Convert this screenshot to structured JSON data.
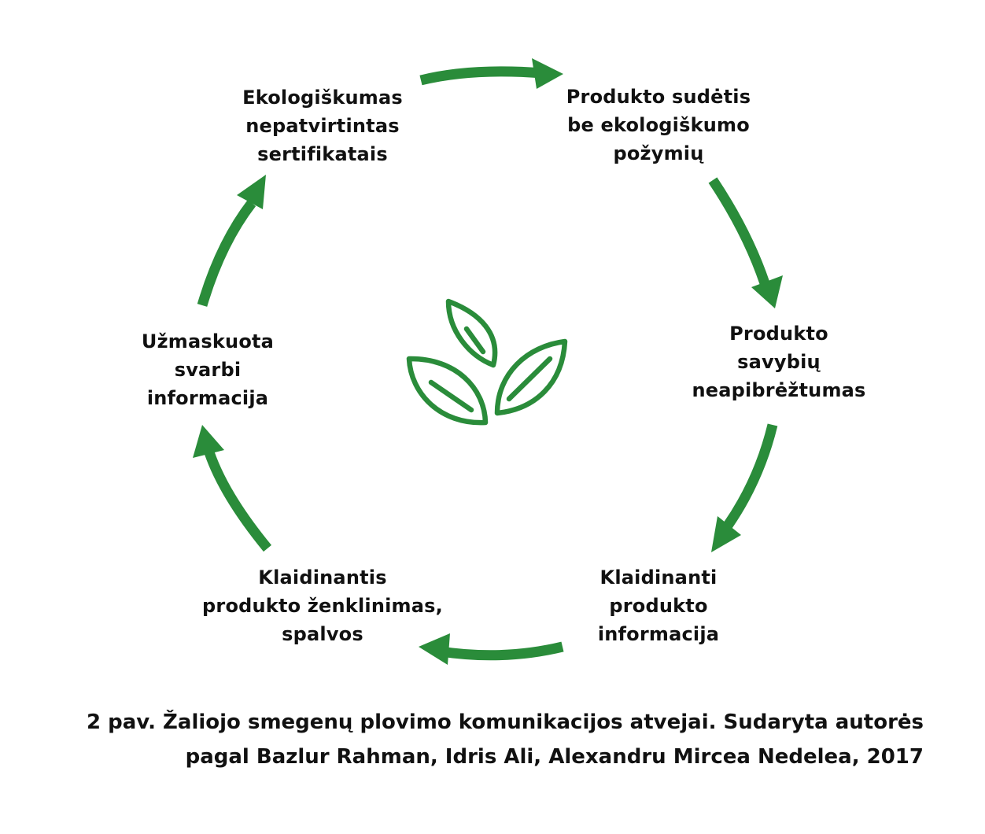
{
  "colors": {
    "accent": "#2a8c3a",
    "text": "#111111",
    "background": "#ffffff"
  },
  "center_icon": "leaves-icon",
  "nodes": [
    {
      "lines": [
        "Ekologiškumas",
        "nepatvirtintas",
        "sertifikatais"
      ]
    },
    {
      "lines": [
        "Produkto sudėtis",
        "be ekologiškumo",
        "požymių"
      ]
    },
    {
      "lines": [
        "Produkto",
        "savybių",
        "neapibrėžtumas"
      ]
    },
    {
      "lines": [
        "Klaidinanti",
        "produkto",
        "informacija"
      ]
    },
    {
      "lines": [
        "Klaidinantis",
        "produkto ženklinimas,",
        "spalvos"
      ]
    },
    {
      "lines": [
        "Užmaskuota",
        "svarbi",
        "informacija"
      ]
    }
  ],
  "caption": {
    "line1": "2 pav. Žaliojo smegenų plovimo komunikacijos atvejai. Sudaryta autorės",
    "line2": "pagal Bazlur Rahman, Idris Ali, Alexandru Mircea Nedelea, 2017"
  }
}
